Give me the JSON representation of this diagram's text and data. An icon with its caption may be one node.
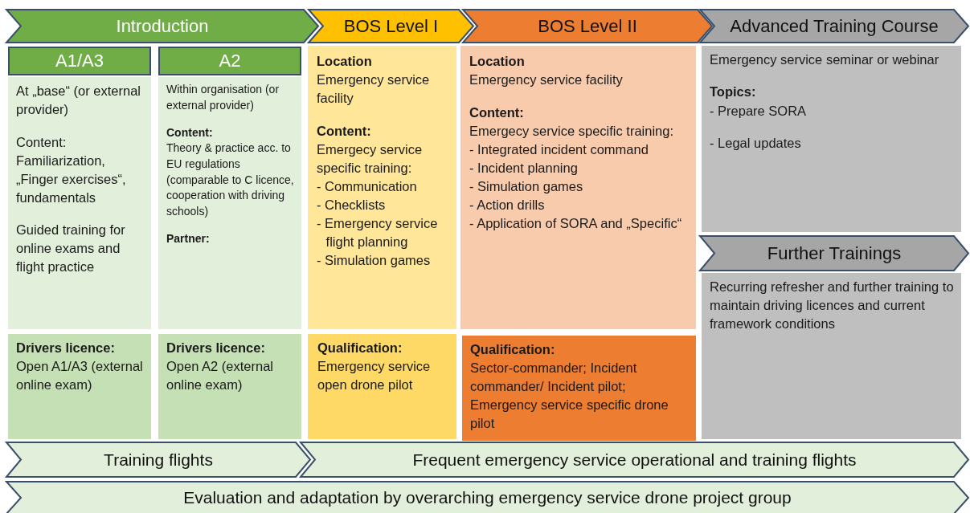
{
  "diagram": {
    "nodes": [
      {
        "text": [
          "Introduction"
        ]
      },
      {
        "text": [
          "BOS Level I"
        ]
      },
      {
        "text": [
          "BOS Level II"
        ]
      },
      {
        "text": [
          "Advanced Training Course"
        ]
      },
      {
        "text": [
          "A1/A3"
        ]
      },
      {
        "text": [
          "A2"
        ]
      },
      {
        "text": [
          "At „base“ (or external provider)",
          "Content:",
          "Familiarization, „Finger exercises“, fundamentals",
          "Guided training for online exams and flight practice"
        ]
      },
      {
        "text": [
          "Within organisation (or external provider)",
          "Content:",
          "Theory & practice acc. to EU regulations (comparable to C licence, cooperation with driving schools)",
          "Partner:"
        ]
      },
      {
        "text": [
          "Location",
          "Emergency service facility",
          "Content:",
          "Emergecy service specific training:",
          "- Communication",
          "- Checklists",
          "- Emergency service flight planning",
          "- Simulation games"
        ]
      },
      {
        "text": [
          "Location",
          "Emergency service facility",
          "Content:",
          "Emergecy service specific training:",
          "- Integrated incident command",
          "- Incident planning",
          "- Simulation games",
          "- Action drills",
          "- Application of SORA and „Specific“"
        ]
      },
      {
        "text": [
          "Emergency service seminar or webinar",
          "Topics:",
          "- Prepare SORA",
          "- Legal updates"
        ]
      },
      {
        "text": [
          "Further Trainings"
        ]
      },
      {
        "text": [
          "Recurring refresher and further training to maintain driving licences and current framework conditions"
        ]
      },
      {
        "text": [
          "Drivers licence:",
          "Open A1/A3 (external online exam)"
        ]
      },
      {
        "text": [
          "Drivers licence:",
          "Open A2 (external online exam)"
        ]
      },
      {
        "text": [
          "Qualification:",
          "Emergency service open drone pilot"
        ]
      },
      {
        "text": [
          "Qualification:",
          "Sector-commander; Incident commander/ Incident pilot; Emergency service specific drone pilot"
        ]
      },
      {
        "text": [
          "Training flights"
        ]
      },
      {
        "text": [
          "Frequent emergency service operational and training flights"
        ]
      },
      {
        "text": [
          "Evaluation and adaptation by overarching emergency service drone project group"
        ]
      }
    ]
  }
}
